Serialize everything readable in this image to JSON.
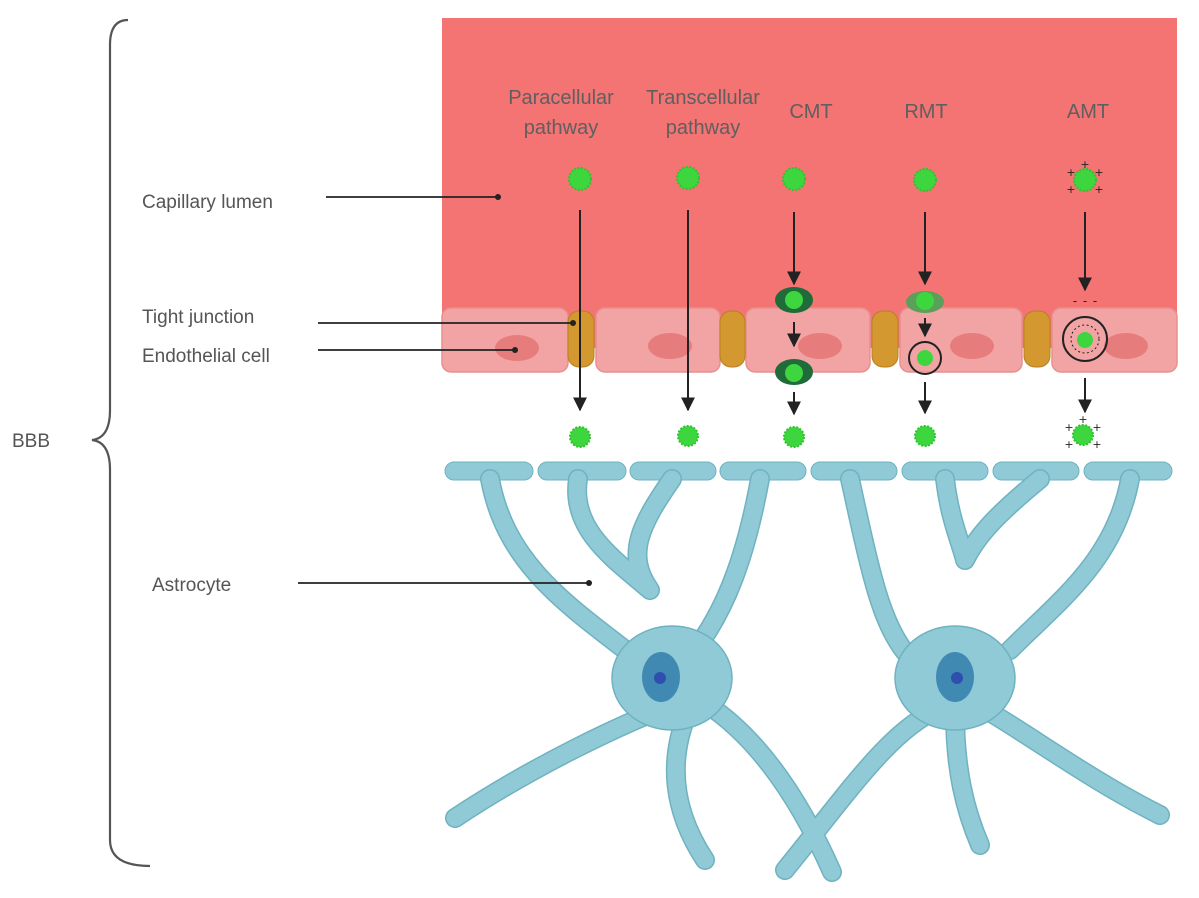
{
  "labels": {
    "bbb": "BBB",
    "capillary_lumen": "Capillary lumen",
    "tight_junction": "Tight junction",
    "endothelial_cell": "Endothelial cell",
    "astrocyte": "Astrocyte"
  },
  "pathways": [
    {
      "id": "paracellular",
      "line1": "Paracellular",
      "line2": "pathway"
    },
    {
      "id": "transcellular",
      "line1": "Transcellular",
      "line2": "pathway"
    },
    {
      "id": "cmt",
      "line1": "CMT",
      "line2": ""
    },
    {
      "id": "rmt",
      "line1": "RMT",
      "line2": ""
    },
    {
      "id": "amt",
      "line1": "AMT",
      "line2": ""
    }
  ],
  "charges": {
    "plus": "+",
    "minus": "-"
  },
  "colors": {
    "lumen": "#f47373",
    "endothelial_cell": "#f2a3a3",
    "endothelial_nucleus": "#e77c7c",
    "tight_junction": "#d3982f",
    "molecule": "#3ed63e",
    "carrier": "#1f6b3a",
    "astrocyte": "#8fcad6",
    "astrocyte_outline": "#6fb2c0",
    "astrocyte_nucleus": "#3f89b3",
    "astrocyte_nucleolus": "#2f4fae",
    "arrow": "#222222",
    "text": "#555555"
  },
  "icons": [
    "molecule-icon",
    "carrier-protein-icon",
    "receptor-vesicle-icon",
    "charged-vesicle-icon"
  ]
}
